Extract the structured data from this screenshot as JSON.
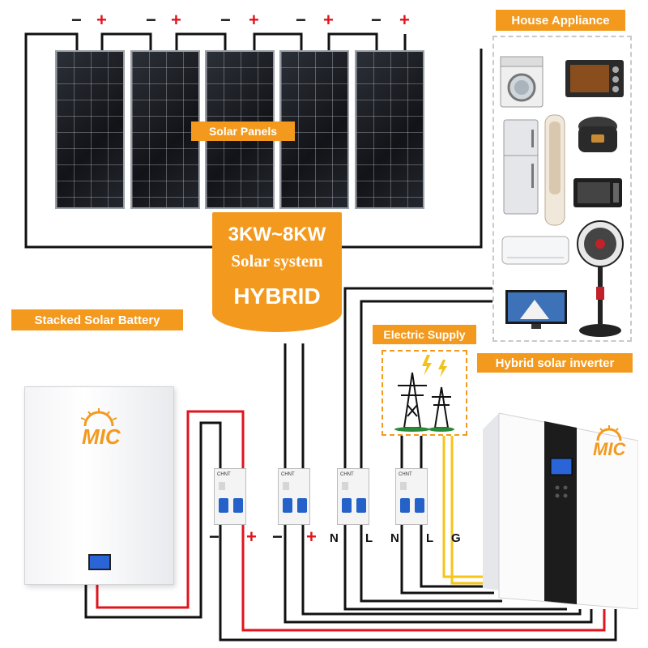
{
  "labels": {
    "house_appliance": "House Appliance",
    "solar_panels": "Solar Panels",
    "stacked_battery": "Stacked Solar Battery",
    "electric_supply": "Electric Supply",
    "hybrid_inverter": "Hybrid solar inverter"
  },
  "badge": {
    "power": "3KW~8KW",
    "system": "Solar system",
    "type": "HYBRID"
  },
  "panel_polarity": {
    "neg": "−",
    "pos": "+"
  },
  "breaker_terminals": {
    "bat_neg": "−",
    "bat_pos": "+",
    "in_neg": "−",
    "in_pos": "+",
    "n1": "N",
    "l1": "L",
    "n2": "N",
    "l2": "L",
    "g": "G"
  },
  "brand": {
    "logo": "MIC",
    "breaker_brand": "CHNT"
  },
  "colors": {
    "accent": "#f39a1e",
    "wire_black": "#111111",
    "wire_red": "#e0141e",
    "wire_yellow": "#f5c518"
  },
  "icons": [
    "washing-machine-icon",
    "oven-icon",
    "refrigerator-icon",
    "air-purifier-icon",
    "rice-cooker-icon",
    "microwave-icon",
    "air-conditioner-icon",
    "fan-icon",
    "tv-icon",
    "transmission-tower-icon",
    "lightning-icon"
  ]
}
